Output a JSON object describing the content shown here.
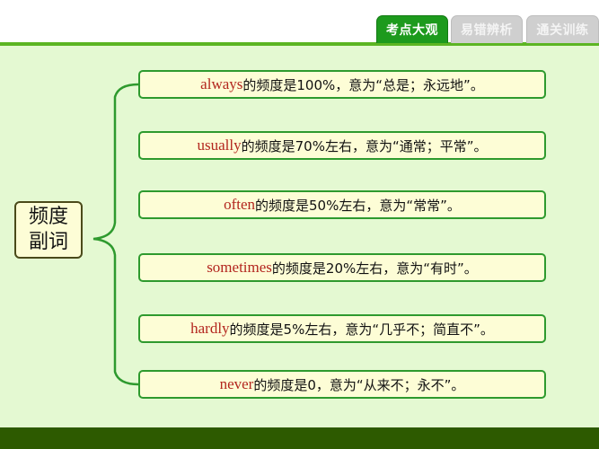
{
  "header": {
    "tabs": [
      {
        "label": "考点大观",
        "active": true
      },
      {
        "label": "易错辨析",
        "active": false
      },
      {
        "label": "通关训练",
        "active": false
      }
    ]
  },
  "diagram": {
    "root": {
      "line1": "频度",
      "line2": "副词"
    },
    "items": [
      {
        "word": "always",
        "text": "的频度是100%，意为“总是；永远地”。"
      },
      {
        "word": "usually",
        "text": "的频度是70%左右，意为“通常；平常”。"
      },
      {
        "word": "often",
        "text": "的频度是50%左右，意为“常常”。"
      },
      {
        "word": "sometimes",
        "text": "的频度是20%左右，意为“有时”。"
      },
      {
        "word": "hardly",
        "text": "的频度是5%左右，意为“几乎不；简直不”。"
      },
      {
        "word": "never",
        "text": "的频度是0，意为“从来不；永不”。"
      }
    ]
  },
  "colors": {
    "background": "#e4f9d2",
    "accent_green": "#1d9a1d",
    "box_fill": "#fdfdd6",
    "keyword_red": "#b3261e",
    "footer": "#2d5a00"
  }
}
